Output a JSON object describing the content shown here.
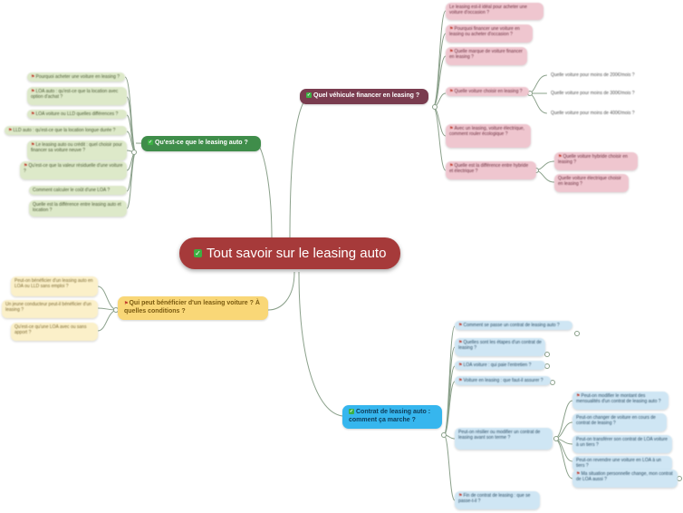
{
  "colors": {
    "center": "#a63a3a",
    "green": "#3f8d4a",
    "wine": "#7a3c4f",
    "yellow": "#f9d777",
    "blue": "#36b6ee",
    "connector": "#8aa08a"
  },
  "icons": {
    "check": "check-icon",
    "flag": "flag-icon"
  },
  "center": {
    "label": "Tout savoir sur le leasing auto"
  },
  "branches": {
    "definition": {
      "label": "Qu'est-ce que le leasing auto ?",
      "children": [
        "Pourquoi acheter une voiture en leasing ?",
        "LOA auto : qu'est-ce que la location avec option d'achat ?",
        "LOA voiture ou LLD quelles différences ?",
        "LLD auto : qu'est-ce que la location longue durée ?",
        "Le leasing auto ou crédit : quel choisir pour financer sa voiture neuve ?",
        "Qu'est-ce que la valeur résiduelle d'une voiture ?",
        "Comment calculer le coût d'une LOA ?",
        "Quelle est la différence entre leasing auto et location ?"
      ]
    },
    "vehicules": {
      "label": "Quel véhicule financer en leasing ?",
      "children": [
        "Le leasing est-il idéal pour acheter une voiture d'occasion ?",
        "Pourquoi financer une voiture en leasing ou acheter d'occasion ?",
        "Quelle marque de voiture financer en leasing ?",
        "Quelle voiture choisir en leasing ?",
        "Avec un leasing, voiture électrique, comment rouler écologique ?",
        "Quelle est la différence entre hybride et électrique ?"
      ],
      "sub_choisir": [
        "Quelle voiture pour moins de 200€/mois ?",
        "Quelle voiture pour moins de 300€/mois ?",
        "Quelle voiture pour moins de 400€/mois ?"
      ],
      "sub_hybride": [
        "Quelle voiture hybride choisir en leasing ?",
        "Quelle voiture électrique choisir en leasing ?"
      ]
    },
    "beneficiaires": {
      "label": "Qui peut bénéficier d'un leasing voiture ? À quelles conditions ?",
      "children": [
        "Peut-on bénéficier d'un leasing auto en LOA ou LLD sans emploi ?",
        "Un jeune conducteur peut-il bénéficier d'un leasing ?",
        "Qu'est-ce qu'une LOA avec ou sans apport ?"
      ]
    },
    "contrat": {
      "label": "Contrat de leasing auto : comment ça marche ?",
      "children": [
        "Comment se passe un contrat de leasing auto ?",
        "Quelles sont les étapes d'un contrat de leasing ?",
        "LOA voiture : qui paie l'entretien ?",
        "Voiture en leasing : que faut-il assurer ?",
        "Peut-on résilier ou modifier un contrat de leasing avant son terme ?",
        "Fin de contrat de leasing : que se passe-t-il ?"
      ],
      "sub_resilier": [
        "Peut-on modifier le montant des mensualités d'un contrat de leasing auto ?",
        "Peut-on changer de voiture en cours de contrat de leasing ?",
        "Peut-on transférer son contrat de LOA voiture à un tiers ?",
        "Peut-on revendre une voiture en LOA à un tiers ?",
        "Ma situation personnelle change, mon contrat de LOA aussi ?"
      ]
    }
  }
}
